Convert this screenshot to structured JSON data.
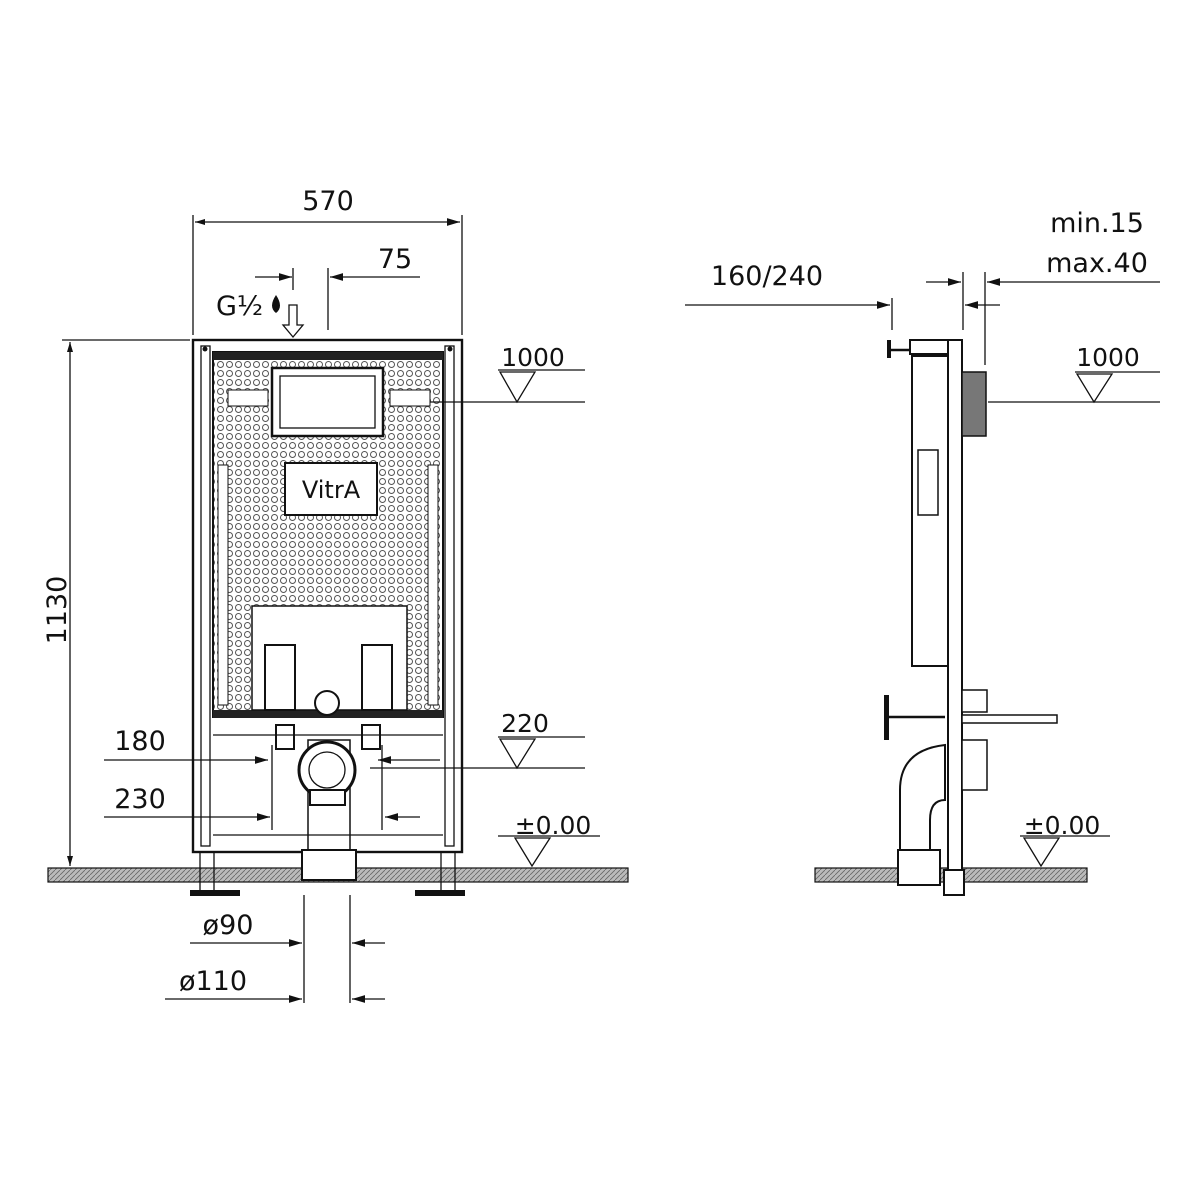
{
  "front_view": {
    "width_label": "570",
    "offset_label": "75",
    "inlet_label": "G½",
    "height_label": "1130",
    "flush_height_label": "1000",
    "spacing_180_label": "180",
    "spacing_230_label": "230",
    "outlet_height_label": "220",
    "floor_label": "±0.00",
    "pipe_90_label": "ø90",
    "pipe_110_label": "ø110",
    "logo_text": "VitrA"
  },
  "side_view": {
    "depth_label": "160/240",
    "min_label": "min.15",
    "max_label": "max.40",
    "flush_height_label": "1000",
    "floor_label": "±0.00"
  }
}
